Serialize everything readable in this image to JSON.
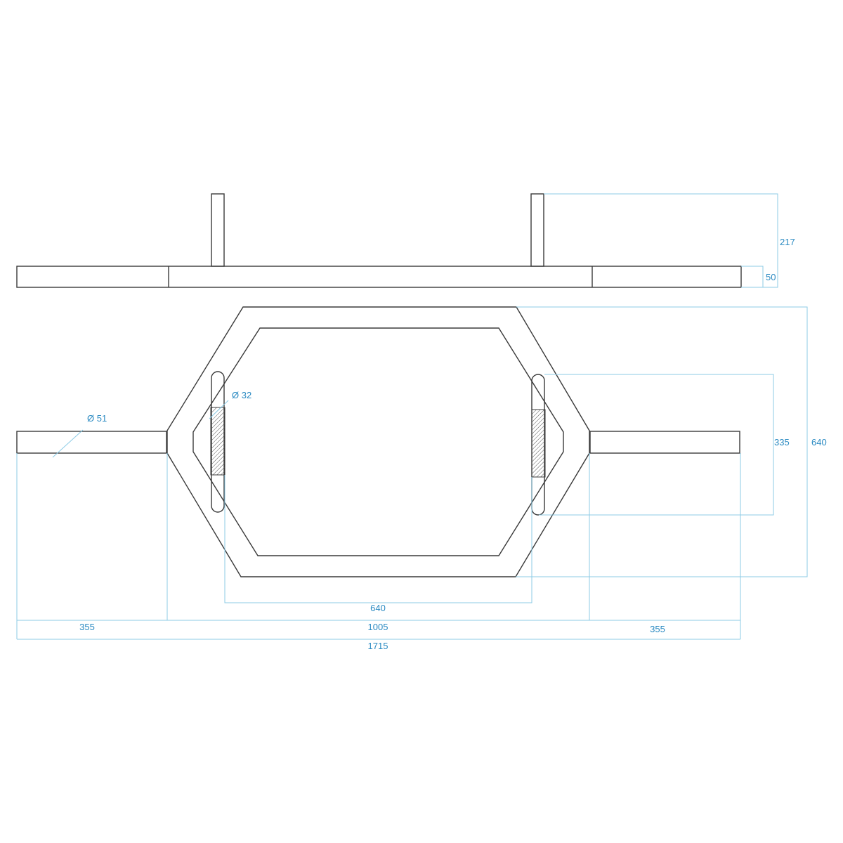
{
  "drawing": {
    "title": "Hex trap bar technical drawing",
    "colors": {
      "part": "#3a3a3a",
      "dimension_line": "#8ccbe6",
      "dimension_text": "#2a8ac2"
    },
    "dimensions": {
      "post_height": "217",
      "bar_thickness": "50",
      "sleeve_diameter": "Ø 51",
      "handle_diameter": "Ø 32",
      "handle_length": "335",
      "frame_depth": "640",
      "handle_spacing": "640",
      "sleeve_left": "355",
      "frame_width": "1005",
      "sleeve_right": "355",
      "overall_length": "1715"
    }
  }
}
